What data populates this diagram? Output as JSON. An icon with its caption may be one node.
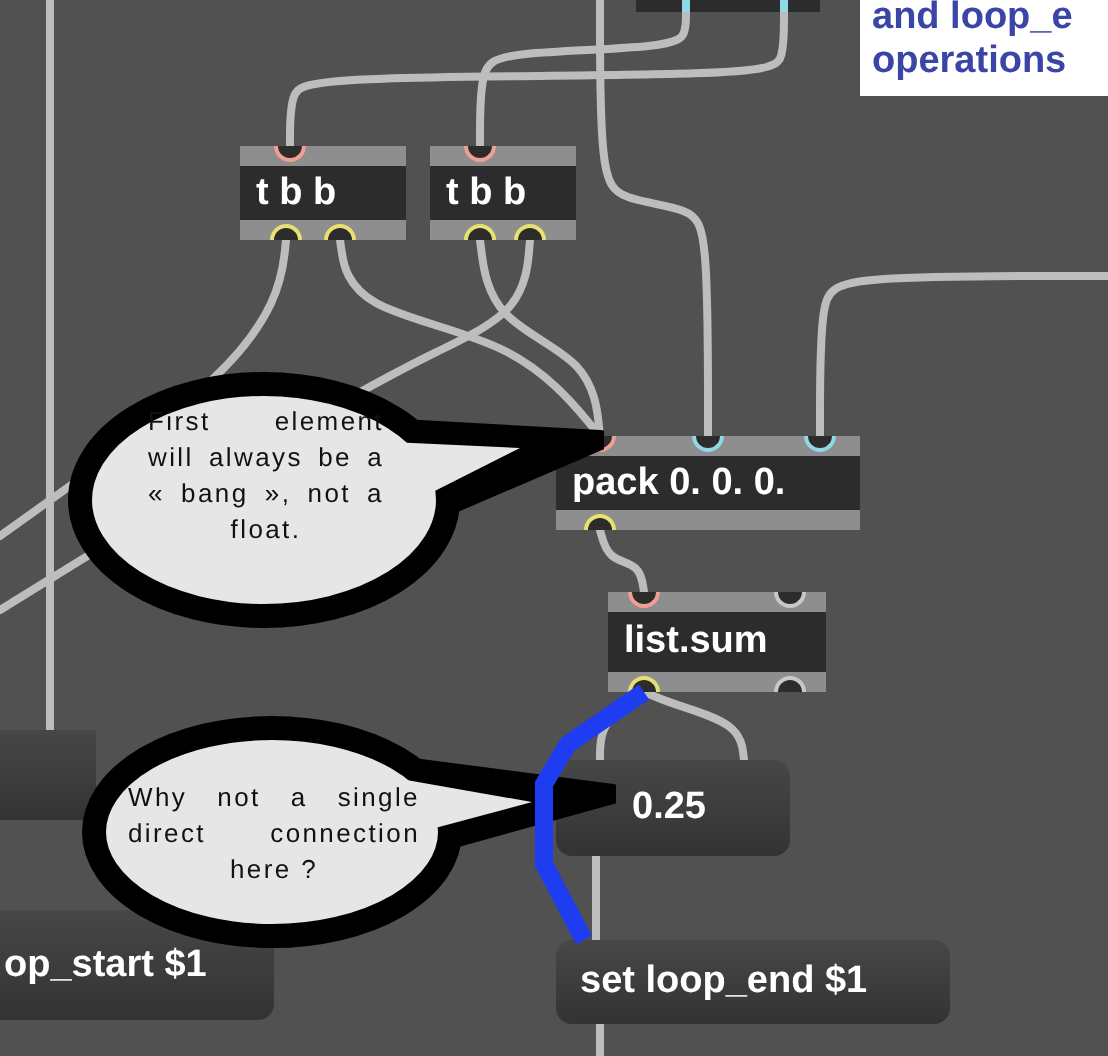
{
  "diagram": {
    "nodes": [
      {
        "text": [],
        "shape": "box"
      },
      {
        "text": [
          "and loop_e operations"
        ]
      },
      {
        "text": [
          "t b b"
        ]
      },
      {
        "text": [
          "t b b"
        ]
      },
      {
        "text": [
          "First element will always be a « bang », not a float."
        ]
      },
      {
        "text": [
          "pack 0. 0. 0."
        ]
      },
      {
        "text": [
          "list.sum"
        ]
      },
      {
        "text": [],
        "shape": "box"
      },
      {
        "text": [
          "Why not a single direct connection here ?"
        ]
      },
      {
        "text": [
          "0.25"
        ]
      },
      {
        "text": [
          "op_start $1"
        ]
      },
      {
        "text": [
          "set loop_end $1"
        ]
      }
    ],
    "edges": [
      {
        "from": 0,
        "to": 3,
        "arrow": "none"
      },
      {
        "from": 0,
        "to": 2,
        "arrow": "none"
      },
      {
        "from": null,
        "to": 5,
        "arrow": "none"
      },
      {
        "from": null,
        "to": 5,
        "arrow": "none"
      },
      {
        "from": null,
        "to": 7,
        "arrow": "none"
      },
      {
        "from": 2,
        "to": null,
        "arrow": "none"
      },
      {
        "from": 2,
        "to": 5,
        "arrow": "none"
      },
      {
        "from": 3,
        "to": 5,
        "arrow": "none"
      },
      {
        "from": 3,
        "to": null,
        "arrow": "none"
      },
      {
        "from": 5,
        "to": 6,
        "arrow": "none"
      },
      {
        "from": 6,
        "to": 9,
        "arrow": "none"
      },
      {
        "from": 6,
        "to": 9,
        "arrow": "none"
      },
      {
        "from": 9,
        "to": 11,
        "arrow": "none"
      },
      {
        "from": 11,
        "to": null,
        "arrow": "none"
      },
      {
        "from": 6,
        "to": 11,
        "arrow": "none",
        "style": "thick",
        "color": "#1f3df0"
      }
    ]
  }
}
